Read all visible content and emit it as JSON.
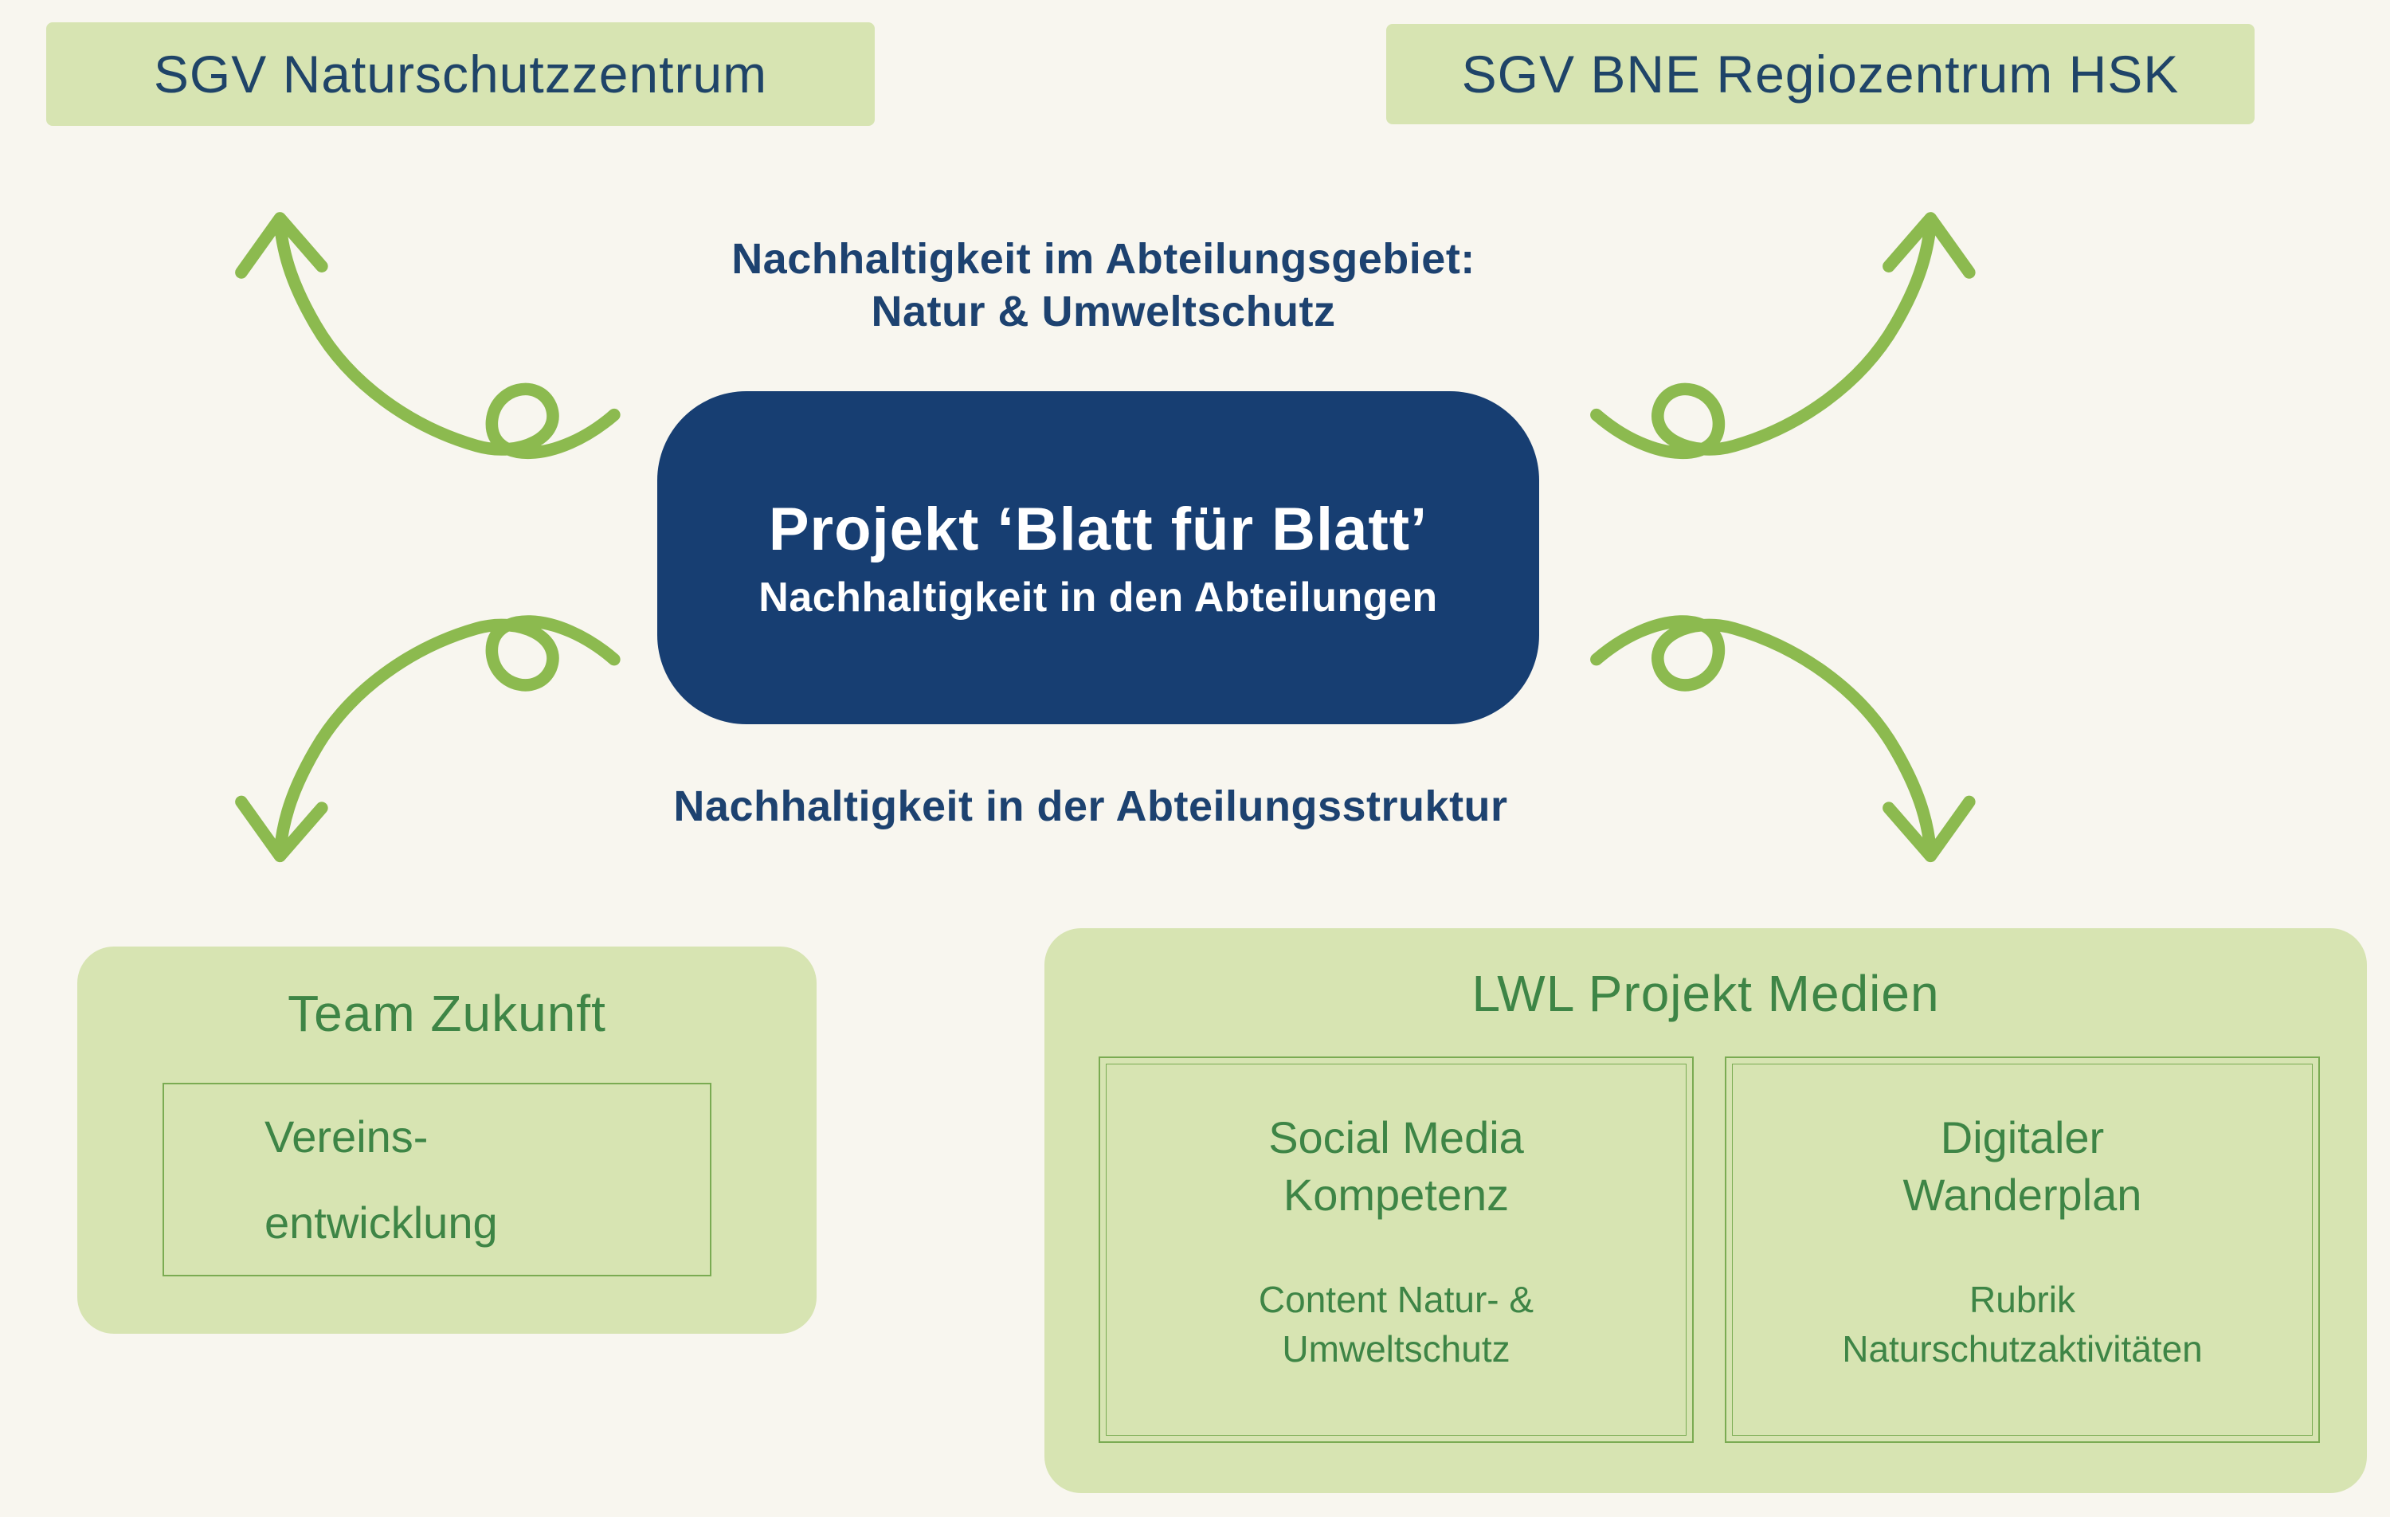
{
  "colors": {
    "background": "#f8f6ef",
    "panel_green": "#d7e4b2",
    "navy": "#173e72",
    "heading_text": "#1d4270",
    "label_text": "#1f4468",
    "green_text": "#3e8546",
    "border_green": "#7aab52",
    "arrow_green": "#8cba4f",
    "white": "#ffffff"
  },
  "nodes": {
    "top_left": {
      "label": "SGV Naturschutzzentrum"
    },
    "top_right": {
      "label": "SGV BNE Regiozentrum HSK"
    }
  },
  "center": {
    "upper_heading": {
      "line1": "Nachhaltigkeit im Abteilungsgebiet:",
      "line2": "Natur & Umweltschutz"
    },
    "project_box": {
      "title": "Projekt ‘Blatt für Blatt’",
      "subtitle": "Nachhaltigkeit in den Abteilungen"
    },
    "lower_heading": "Nachhaltigkeit in der Abteilungsstruktur"
  },
  "team_zukunft": {
    "title": "Team Zukunft",
    "item": {
      "line1": "Vereins-",
      "line2": "entwicklung"
    }
  },
  "lwl_projekt_medien": {
    "title": "LWL Projekt Medien",
    "cards": [
      {
        "title_line1": "Social Media",
        "title_line2": "Kompetenz",
        "detail_line1": "Content Natur- &",
        "detail_line2": "Umweltschutz"
      },
      {
        "title_line1": "Digitaler",
        "title_line2": "Wanderplan",
        "detail_line1": "Rubrik",
        "detail_line2": "Naturschutzaktivitäten"
      }
    ]
  },
  "icons": {
    "arrows": [
      "curved-arrow-top-left",
      "curved-arrow-top-right",
      "curved-arrow-bottom-left",
      "curved-arrow-bottom-right"
    ]
  }
}
